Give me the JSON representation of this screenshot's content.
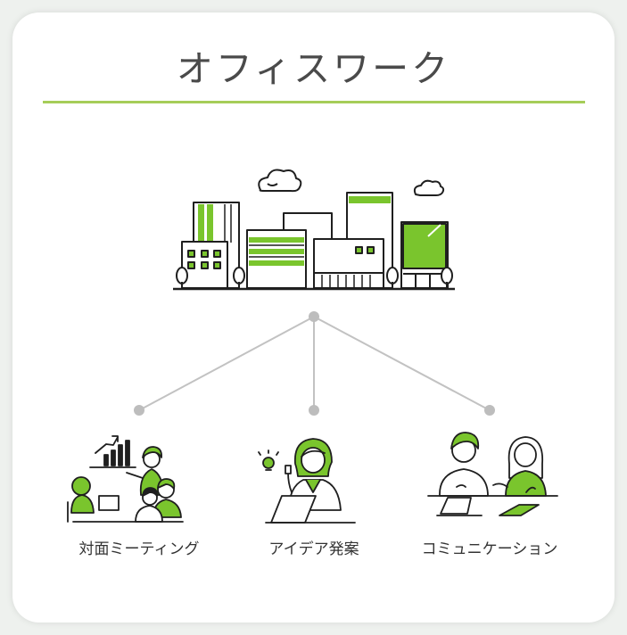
{
  "title": "オフィスワーク",
  "colors": {
    "accent": "#7ac52d",
    "rule": "#a6cd59",
    "line": "#c2c2c2",
    "ink": "#1f1f1f"
  },
  "root": {
    "icon": "office-buildings-icon"
  },
  "items": [
    {
      "label": "対面ミーティング",
      "icon": "meeting-icon"
    },
    {
      "label": "アイデア発案",
      "icon": "idea-woman-laptop-icon"
    },
    {
      "label": "コミュニケーション",
      "icon": "conversation-icon"
    }
  ]
}
